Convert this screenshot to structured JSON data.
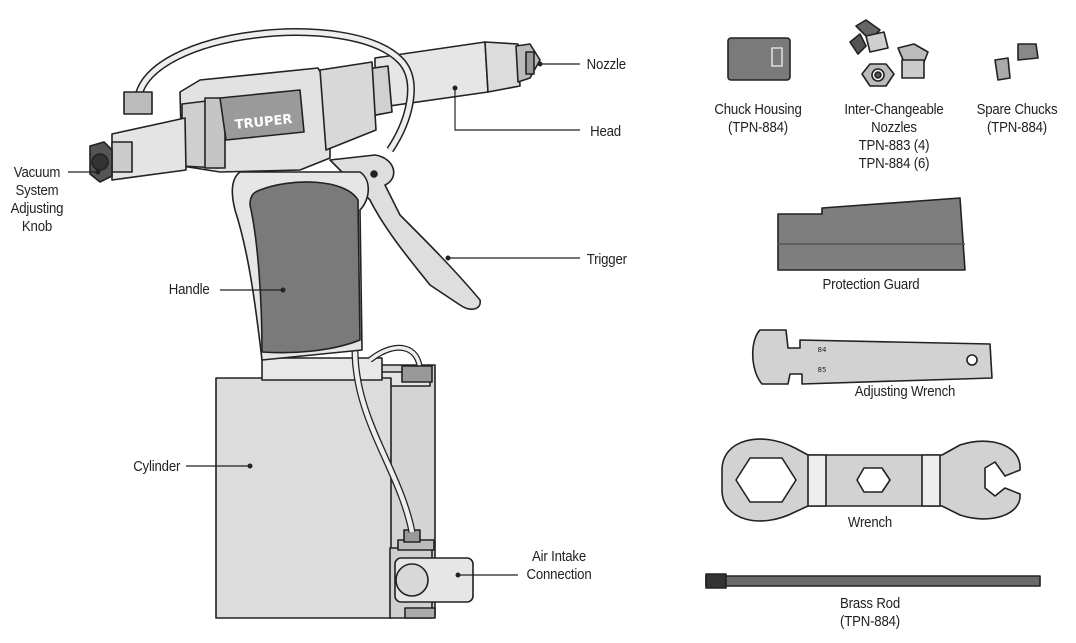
{
  "tool": {
    "brand": "TRUPER",
    "parts": {
      "nozzle": "Nozzle",
      "head": "Head",
      "vacuum_knob": [
        "Vacuum",
        "System",
        "Adjusting",
        "Knob"
      ],
      "trigger": "Trigger",
      "handle": "Handle",
      "cylinder": "Cylinder",
      "air_intake": [
        "Air Intake",
        "Connection"
      ]
    }
  },
  "accessories": {
    "chuck_housing": [
      "Chuck Housing",
      "(TPN-884)"
    ],
    "nozzles": [
      "Inter-Changeable",
      "Nozzles",
      "TPN-883 (4)",
      "TPN-884 (6)"
    ],
    "spare_chucks": [
      "Spare Chucks",
      "(TPN-884)"
    ],
    "protection_guard": "Protection Guard",
    "adjusting_wrench": "Adjusting Wrench",
    "adjusting_wrench_marks": [
      "84",
      "85"
    ],
    "wrench": "Wrench",
    "brass_rod": [
      "Brass Rod",
      "(TPN-884)"
    ]
  },
  "colors": {
    "outline": "#222222",
    "light_gray": "#d9d9d9",
    "mid_gray": "#b8b8b8",
    "dark_gray": "#7a7a7a",
    "brand_plate": "#9a9a9a"
  }
}
